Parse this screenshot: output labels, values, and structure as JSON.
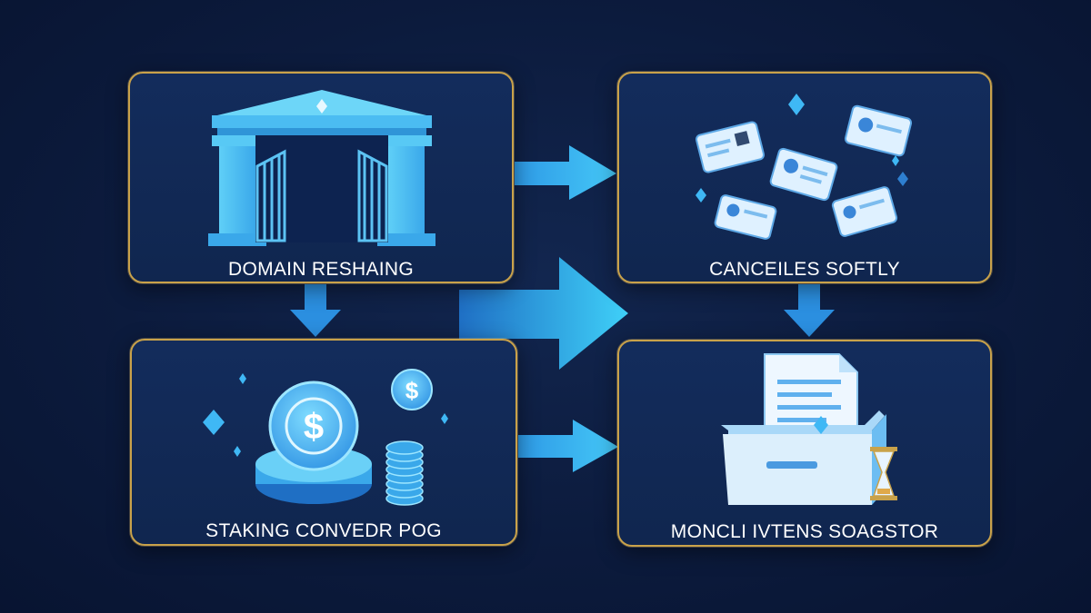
{
  "steps": [
    {
      "label": "DOMAIN RESHAING",
      "icon": "gate-icon"
    },
    {
      "label": "CANCEILES SOFTLY",
      "icon": "id-cards-icon"
    },
    {
      "label": "STAKING CONVEDR POG",
      "icon": "coin-stake-icon"
    },
    {
      "label": "MONCLI IVTENS SOAGSTOR",
      "icon": "archive-box-icon"
    }
  ],
  "colors": {
    "accent": "#3fb8f5",
    "border": "#c9a24a",
    "panel": "#132c5c",
    "background": "#0c1b3d"
  }
}
